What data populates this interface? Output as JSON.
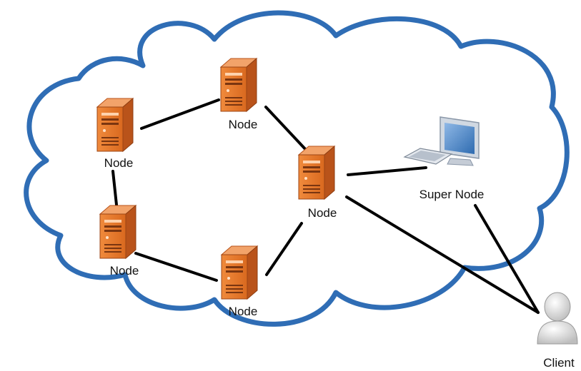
{
  "colors": {
    "cloud_stroke": "#2f6db5",
    "cloud_fill": "#ffffff",
    "link": "#000000",
    "server_front": "#e0742a",
    "server_side": "#b9531a",
    "server_top": "#f2a36a",
    "monitor_frame": "#c9d3df",
    "screen": "#4a86c6",
    "user_icon": "#d9d9d9"
  },
  "nodes": [
    {
      "id": "node_top",
      "label": "Node",
      "icon": "server-icon"
    },
    {
      "id": "node_left_upper",
      "label": "Node",
      "icon": "server-icon"
    },
    {
      "id": "node_left_lower",
      "label": "Node",
      "icon": "server-icon"
    },
    {
      "id": "node_bottom",
      "label": "Node",
      "icon": "server-icon"
    },
    {
      "id": "node_center",
      "label": "Node",
      "icon": "server-icon"
    },
    {
      "id": "super_node",
      "label": "Super Node",
      "icon": "computer-icon"
    },
    {
      "id": "client",
      "label": "Client",
      "icon": "user-icon"
    }
  ],
  "links": [
    [
      "node_left_upper",
      "node_top"
    ],
    [
      "node_top",
      "node_center"
    ],
    [
      "node_left_upper",
      "node_left_lower"
    ],
    [
      "node_left_lower",
      "node_bottom"
    ],
    [
      "node_bottom",
      "node_center"
    ],
    [
      "node_center",
      "super_node"
    ],
    [
      "node_center",
      "client"
    ],
    [
      "super_node",
      "client"
    ]
  ]
}
